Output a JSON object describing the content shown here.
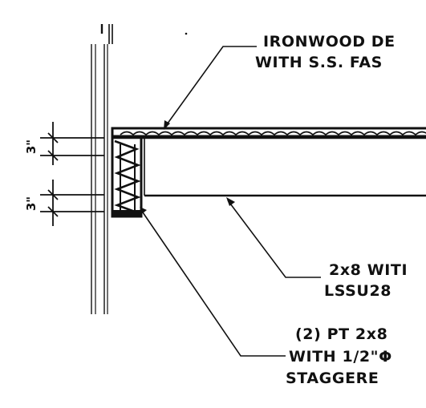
{
  "callouts": {
    "decking": {
      "line1": "IRONWOOD DE",
      "line2": "WITH S.S. FAS"
    },
    "joist": {
      "line1": "2x8 WITI",
      "line2": "LSSU28"
    },
    "ledger": {
      "line1": "(2) PT 2x8",
      "line2": "WITH 1/2\"Φ",
      "line3": "STAGGERE"
    }
  },
  "dimensions": {
    "upper": "3\"",
    "lower": "3\""
  }
}
